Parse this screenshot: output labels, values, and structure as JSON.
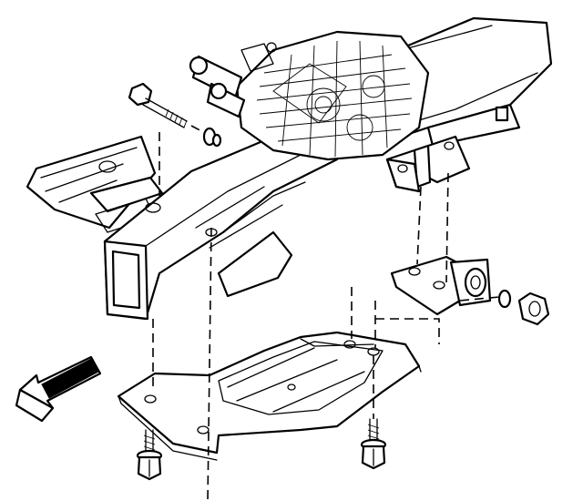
{
  "colors": {
    "ink": "#000000",
    "paper": "#ffffff"
  },
  "illustration": {
    "arrow_icon": "front-direction-arrow-icon",
    "parts": [
      {
        "name": "frame-rail",
        "icon": "frame-rail-icon"
      },
      {
        "name": "transmission-assembly",
        "icon": "transmission-icon"
      },
      {
        "name": "transmission-mount-bracket",
        "icon": "bracket-icon"
      },
      {
        "name": "crossmember-skid-plate",
        "icon": "skid-plate-icon"
      },
      {
        "name": "upper-bolt-with-washers",
        "icon": "bolt-icon"
      },
      {
        "name": "lower-bolt-left",
        "icon": "bolt-icon"
      },
      {
        "name": "lower-bolt-right",
        "icon": "bolt-icon"
      },
      {
        "name": "washer-and-nut",
        "icon": "nut-icon"
      }
    ]
  }
}
